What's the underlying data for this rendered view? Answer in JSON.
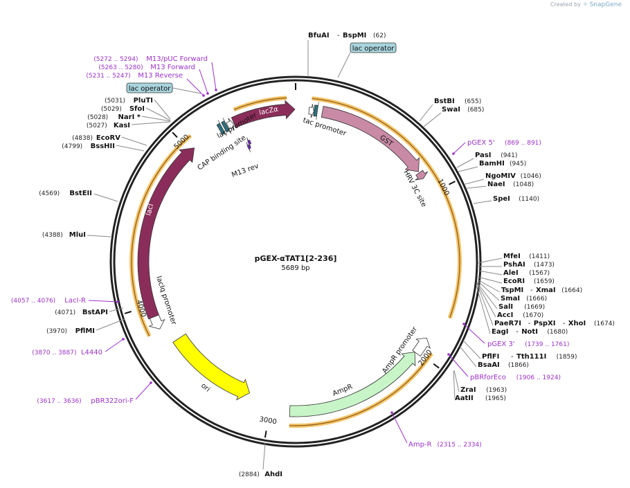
{
  "watermark": {
    "prefix": "Created by",
    "brand": "SnapGene"
  },
  "plasmid": {
    "name": "pGEX-αTAT1[2-236]",
    "size_label": "5689 bp",
    "length": 5689
  },
  "colors": {
    "ring": "#222222",
    "tick": "#111111",
    "orf_highlight": "#f5c46a",
    "lacZa": "#8b2d5a",
    "lacI": "#8b2d5a",
    "GST": "#c98aa6",
    "HRV": "#c98aa6",
    "AmpR": "#c8f5c8",
    "ori": "#ffff00",
    "promoter": "#ffffff",
    "operator": "#2f6f7a",
    "cap_site": "#2f6f7a",
    "primer": "#9b30c8",
    "primer_text": "#9b30c8",
    "operator_badge": "#a8d4dd"
  },
  "ticks": [
    {
      "pos": 0,
      "label": ""
    },
    {
      "pos": 1000,
      "label": "1000"
    },
    {
      "pos": 2000,
      "label": "2000"
    },
    {
      "pos": 3000,
      "label": "3000"
    },
    {
      "pos": 4000,
      "label": "4000"
    },
    {
      "pos": 5000,
      "label": "5000"
    }
  ],
  "features": [
    {
      "name": "lacZα",
      "type": "cds",
      "color": "#8b2d5a",
      "label_inside": true
    },
    {
      "name": "lacI",
      "type": "cds",
      "color": "#8b2d5a",
      "label_inside": true
    },
    {
      "name": "GST",
      "type": "cds",
      "color": "#c98aa6",
      "label_inside": true
    },
    {
      "name": "HRV 3C site",
      "type": "site",
      "color": "#c98aa6"
    },
    {
      "name": "AmpR",
      "type": "cds",
      "color": "#c8f5c8"
    },
    {
      "name": "ori",
      "type": "origin",
      "color": "#ffff00",
      "label_inside": true
    },
    {
      "name": "AmpR promoter",
      "type": "promoter",
      "color": "#ffffff"
    },
    {
      "name": "lacIq promoter",
      "type": "promoter",
      "color": "#ffffff"
    },
    {
      "name": "tac promoter",
      "type": "promoter",
      "color": "#ffffff"
    },
    {
      "name": "lac promoter",
      "type": "promoter",
      "color": "#ffffff"
    },
    {
      "name": "CAP binding site",
      "type": "site",
      "color": "#2f6f7a"
    },
    {
      "name": "M13 rev",
      "type": "primer_bind",
      "color": "#6a2cae"
    }
  ],
  "operator_badges": [
    {
      "label": "lac operator"
    },
    {
      "label": "lac operator"
    }
  ],
  "sites_right": [
    {
      "names": [
        "BfuAI",
        "BspMI"
      ],
      "pos": "(62)"
    },
    {
      "names": [
        "BstBI"
      ],
      "pos": "(655)"
    },
    {
      "names": [
        "SwaI"
      ],
      "pos": "(685)"
    },
    {
      "names": [
        "PasI"
      ],
      "pos": "(941)"
    },
    {
      "names": [
        "BamHI"
      ],
      "pos": "(945)"
    },
    {
      "names": [
        "NgoMIV"
      ],
      "pos": "(1046)"
    },
    {
      "names": [
        "NaeI"
      ],
      "pos": "(1048)"
    },
    {
      "names": [
        "SpeI"
      ],
      "pos": "(1140)"
    },
    {
      "names": [
        "MfeI"
      ],
      "pos": "(1411)"
    },
    {
      "names": [
        "PshAI"
      ],
      "pos": "(1473)"
    },
    {
      "names": [
        "AleI"
      ],
      "pos": "(1567)"
    },
    {
      "names": [
        "EcoRI"
      ],
      "pos": "(1659)"
    },
    {
      "names": [
        "TspMI",
        "XmaI"
      ],
      "pos": "(1664)"
    },
    {
      "names": [
        "SmaI"
      ],
      "pos": "(1666)"
    },
    {
      "names": [
        "SalI"
      ],
      "pos": "(1669)"
    },
    {
      "names": [
        "AccI"
      ],
      "pos": "(1670)"
    },
    {
      "names": [
        "PaeR7I",
        "PspXI",
        "XhoI"
      ],
      "pos": "(1674)"
    },
    {
      "names": [
        "EagI",
        "NotI"
      ],
      "pos": "(1680)"
    },
    {
      "names": [
        "PflFI",
        "Tth111I"
      ],
      "pos": "(1859)"
    },
    {
      "names": [
        "BsaAI"
      ],
      "pos": "(1866)"
    },
    {
      "names": [
        "ZraI"
      ],
      "pos": "(1963)"
    },
    {
      "names": [
        "AatII"
      ],
      "pos": "(1965)"
    }
  ],
  "sites_left": [
    {
      "names": [
        "AhdI"
      ],
      "pos": "(2884)"
    },
    {
      "names": [
        "PflMI"
      ],
      "pos": "(3970)"
    },
    {
      "names": [
        "BstAPI"
      ],
      "pos": "(4071)"
    },
    {
      "names": [
        "MluI"
      ],
      "pos": "(4388)"
    },
    {
      "names": [
        "BstEII"
      ],
      "pos": "(4569)"
    },
    {
      "names": [
        "BssHII"
      ],
      "pos": "(4799)"
    },
    {
      "names": [
        "EcoRV"
      ],
      "pos": "(4838)"
    },
    {
      "names": [
        "KasI"
      ],
      "pos": "(5027)"
    },
    {
      "names": [
        "NarI *"
      ],
      "pos": "(5028)"
    },
    {
      "names": [
        "SfoI"
      ],
      "pos": "(5029)"
    },
    {
      "names": [
        "PluTI"
      ],
      "pos": "(5031)"
    }
  ],
  "primers": [
    {
      "name": "M13/pUC Forward",
      "range": "(5272 .. 5294)"
    },
    {
      "name": "M13 Forward",
      "range": "(5263 .. 5280)"
    },
    {
      "name": "M13 Reverse",
      "range": "(5231 .. 5247)"
    },
    {
      "name": "pGEX 5'",
      "range": "(869 .. 891)"
    },
    {
      "name": "pGEX 3'",
      "range": "(1739 .. 1761)"
    },
    {
      "name": "pBRforEco",
      "range": "(1906 .. 1924)"
    },
    {
      "name": "Amp-R",
      "range": "(2315 .. 2334)"
    },
    {
      "name": "LacI-R",
      "range": "(4057 .. 4076)"
    },
    {
      "name": "L4440",
      "range": "(3870 .. 3887)"
    },
    {
      "name": "pBR322ori-F",
      "range": "(3617 .. 3636)"
    }
  ]
}
